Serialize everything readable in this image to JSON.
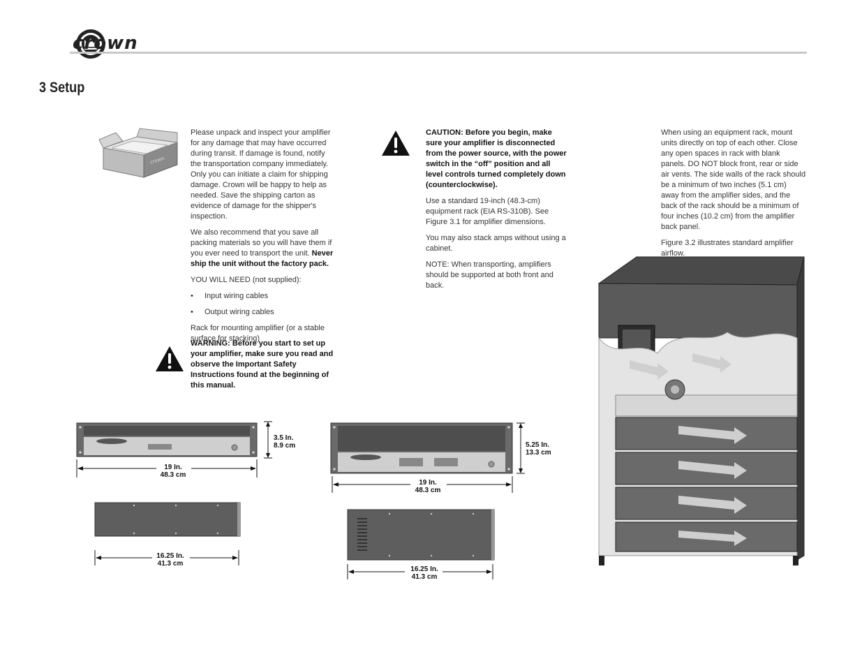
{
  "header": {
    "brand": "crown"
  },
  "page": {
    "title": "3 Setup"
  },
  "col1": {
    "p1": "Please unpack and inspect your amplifier for any damage that may have occurred during transit. If damage is found, notify the transportation company immediately. Only you can initiate a claim for shipping damage. Crown will be happy to help as needed. Save the shipping carton as evidence of damage for the shipper's inspection.",
    "p2_plain": "We also recommend that you save all packing materials so you will have them if you ever need to transport the unit. ",
    "p2_bold": "Never ship the unit without the factory pack.",
    "need_label": "YOU WILL NEED (not supplied):",
    "items": [
      "Input wiring cables",
      "Output wiring cables"
    ],
    "rack_note": "Rack for mounting amplifier (or a stable surface for stacking)",
    "warning": "WARNING: Before you start to set up your amplifier, make sure you read and observe the Important Safety Instructions found at the beginning of this manual."
  },
  "col2": {
    "caution": "CAUTION: Before you begin, make sure your amplifier is disconnected from the power source, with the power switch in the “off” position and all level controls turned completely down (counterclockwise).",
    "p1": "Use a standard 19-inch (48.3-cm) equipment rack (EIA RS-310B). See Figure 3.1 for amplifier dimensions.",
    "p2": "You may also stack amps without using a cabinet.",
    "p3": "NOTE: When transporting, amplifiers should be supported at both front and back."
  },
  "col3": {
    "p1": "When using an equipment rack, mount units directly on top of each other. Close any open spaces in rack with blank panels. DO NOT block front, rear or side air vents. The side walls of the rack should be a minimum of two inches (5.1 cm) away from the amplifier sides, and the back of the rack should be a minimum of four inches (10.2 cm) from the amplifier back panel.",
    "p2": "Figure 3.2 illustrates standard amplifier airflow."
  },
  "figures": {
    "small_height": [
      "3.5 In.",
      "8.9 cm"
    ],
    "small_width": [
      "19 In.",
      "48.3 cm"
    ],
    "small_depth": [
      "16.25 In.",
      "41.3 cm"
    ],
    "large_height": [
      "5.25 In.",
      "13.3 cm"
    ],
    "large_width": [
      "19 In.",
      "48.3 cm"
    ],
    "large_depth": [
      "16.25 In.",
      "41.3 cm"
    ]
  },
  "colors": {
    "rule": "#c9c9c9",
    "panel": "#5c5c5c",
    "rack": "#4a4a4a",
    "text": "#333333"
  }
}
